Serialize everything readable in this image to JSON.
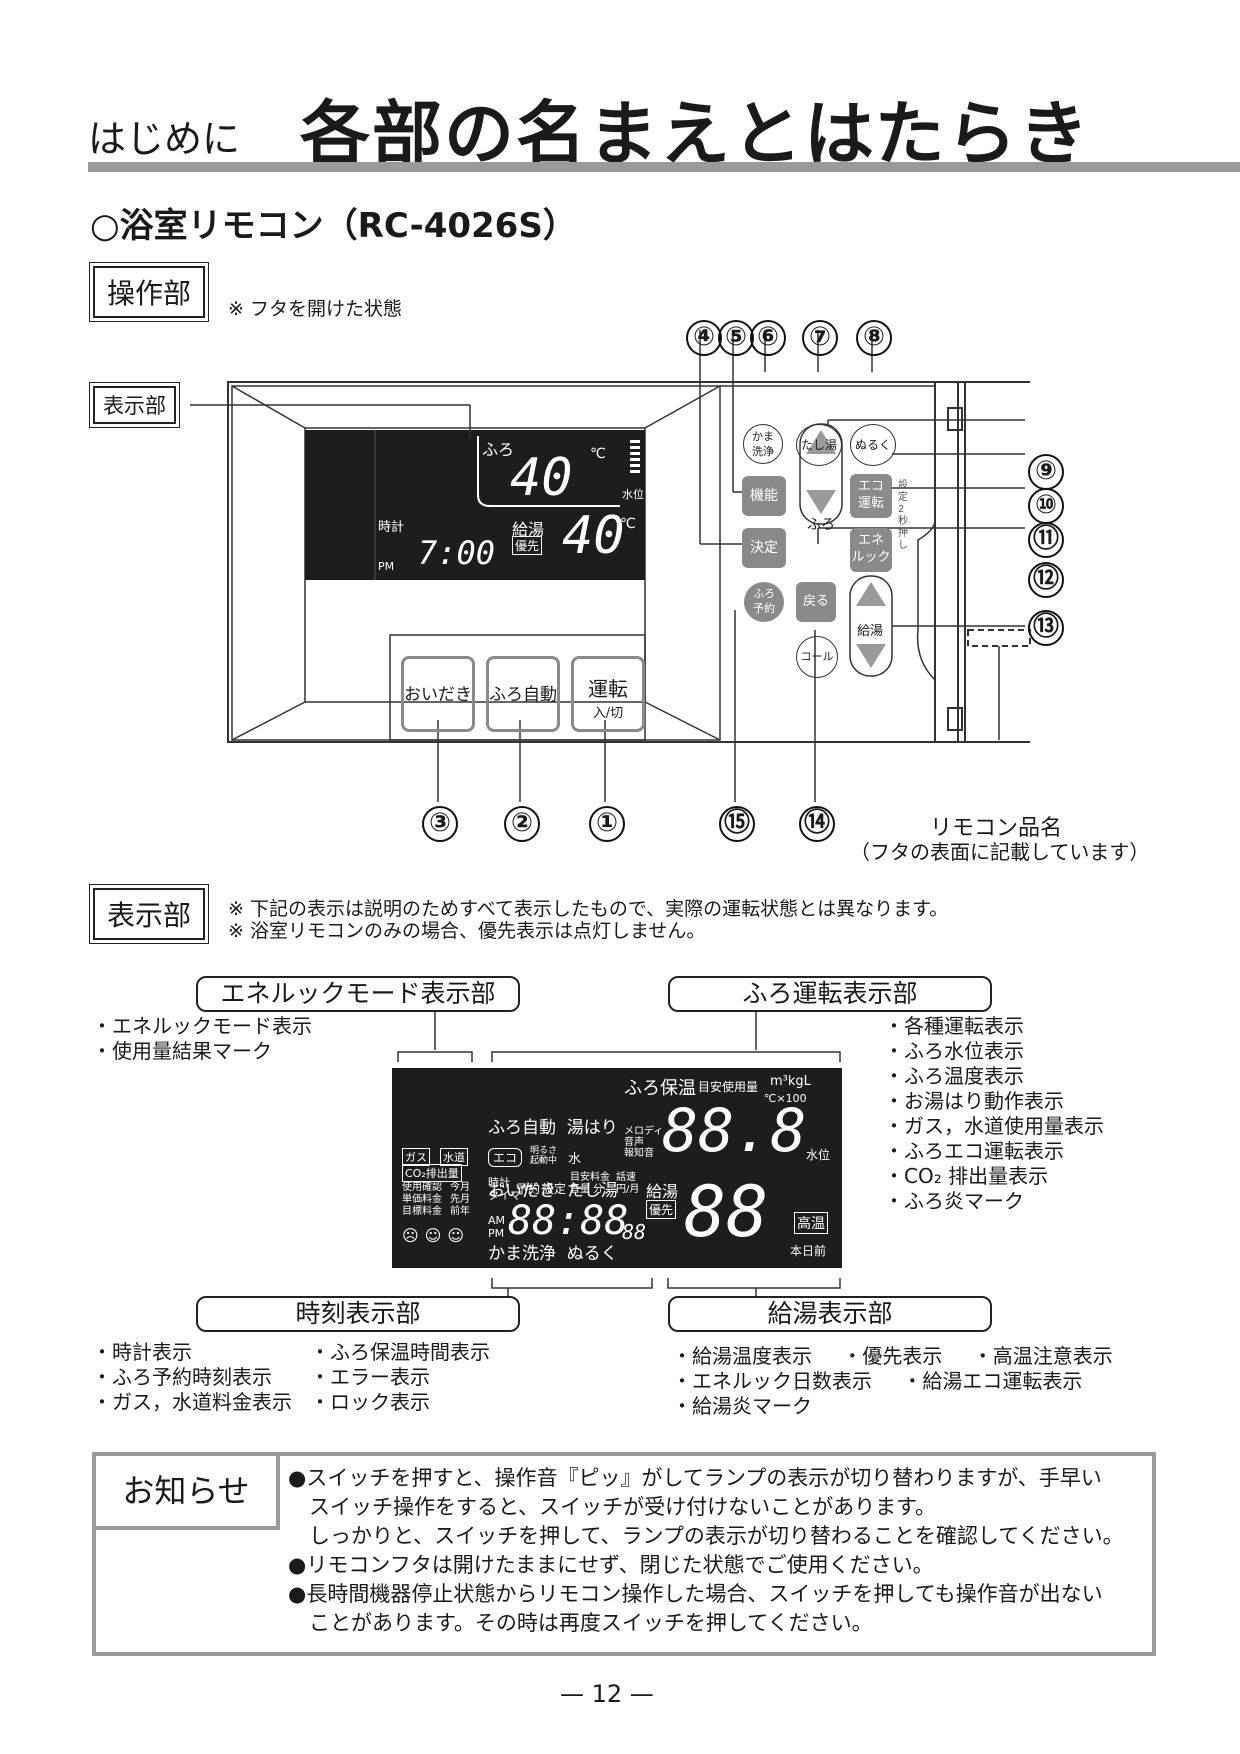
{
  "header": {
    "section": "はじめに",
    "title": "各部の名まえとはたらき"
  },
  "section_title": "○浴室リモコン（RC-4026S）",
  "operation": {
    "label": "操作部",
    "note": "※ フタを開けた状態",
    "display_label": "表示部",
    "lcd": {
      "furo": "ふろ",
      "furo_temp": "40",
      "unit": "℃",
      "level": "水位",
      "clock_label": "時計",
      "pm": "PM",
      "time": "7:00",
      "kyuto": "給湯",
      "yusen": "優先",
      "kyuto_temp": "40"
    },
    "buttons": {
      "oidaki": "おいだき",
      "furo_auto": "ふろ自動",
      "unten": "運転",
      "unten_sub": "入/切",
      "kama": "かま\n洗浄",
      "tashiyu": "たし湯",
      "nuruku": "ぬるく",
      "kino": "機能",
      "kettei": "決定",
      "furo_updown": "ふろ",
      "eco": "エコ\n運転",
      "eneluck": "エネ\nルック",
      "setting_note": "設定2秒押し",
      "furo_yoyaku": "ふろ\n予約",
      "modoru": "戻る",
      "kyuto_updown": "給湯",
      "call": "コール"
    },
    "callouts": [
      "①",
      "②",
      "③",
      "④",
      "⑤",
      "⑥",
      "⑦",
      "⑧",
      "⑨",
      "⑩",
      "⑪",
      "⑫",
      "⑬",
      "⑭",
      "⑮"
    ],
    "model_name": "リモコン品名",
    "model_note": "（フタの表面に記載しています）"
  },
  "display": {
    "label": "表示部",
    "note1": "※ 下記の表示は説明のためすべて表示したもので、実際の運転状態とは異なります。",
    "note2": "※ 浴室リモコンのみの場合、優先表示は点灯しません。",
    "eneluck_title": "エネルックモード表示部",
    "eneluck_items": [
      "・エネルックモード表示",
      "・使用量結果マーク"
    ],
    "furo_title": "ふろ運転表示部",
    "furo_items": [
      "・各種運転表示",
      "・ふろ水位表示",
      "・ふろ温度表示",
      "・お湯はり動作表示",
      "・ガス，水道使用量表示",
      "・ふろエコ運転表示",
      "・CO₂ 排出量表示",
      "・ふろ炎マーク"
    ],
    "time_title": "時刻表示部",
    "time_items_left": [
      "・時計表示",
      "・ふろ予約時刻表示",
      "・ガス，水道料金表示"
    ],
    "time_items_right": [
      "・ふろ保温時間表示",
      "・エラー表示",
      "・ロック表示"
    ],
    "kyuto_title": "給湯表示部",
    "kyuto_items_1": [
      "・給湯温度表示",
      "・優先表示",
      "・高温注意表示"
    ],
    "kyuto_items_2": [
      "・エネルック日数表示",
      "・給湯エコ運転表示"
    ],
    "kyuto_items_3": [
      "・給湯炎マーク"
    ],
    "lcd": {
      "r1": "ふろ自動  湯はり",
      "r2": "おいだき  たし湯",
      "r3": "かま洗浄  ぬるく",
      "eco": "エコ",
      "akarusa": "明るさ\n起動中",
      "mizu": "水",
      "furo_hoon": "ふろ保温",
      "meyasu": "目安使用量",
      "units": "m³kgL",
      "x100": "℃×100",
      "melody": "メロディ\n音声\n報知音",
      "big1": "88.8",
      "level": "水位",
      "gas": "ガス",
      "suido": "水道",
      "co2": "CO₂排出量",
      "kakunin": "使用確認\n単価料金\n目標料金",
      "kongetsu": "今月\n先月\n前年",
      "jikei": "時計\nタイマ",
      "yoyaku": "予約",
      "settei": "設定",
      "meyasu_ryokin": "目安料金\n音量  分",
      "wasoku": "話速\n円/月",
      "ampm": "AM\nPM",
      "big2": "88:88",
      "small2": "88",
      "kyuto": "給湯",
      "yusen": "優先",
      "big3": "88",
      "koon": "高温",
      "honjitsu": "本日前"
    }
  },
  "notice": {
    "title": "お知らせ",
    "lines": [
      "●スイッチを押すと、操作音『ピッ』がしてランプの表示が切り替わりますが、手早い",
      "　スイッチ操作をすると、スイッチが受け付けないことがあります。",
      "　しっかりと、スイッチを押して、ランプの表示が切り替わることを確認してください。",
      "●リモコンフタは開けたままにせず、閉じた状態でご使用ください。",
      "●長時間機器停止状態からリモコン操作した場合、スイッチを押しても操作音が出ない",
      "　ことがあります。その時は再度スイッチを押してください。"
    ]
  },
  "page_number": "— 12 —"
}
